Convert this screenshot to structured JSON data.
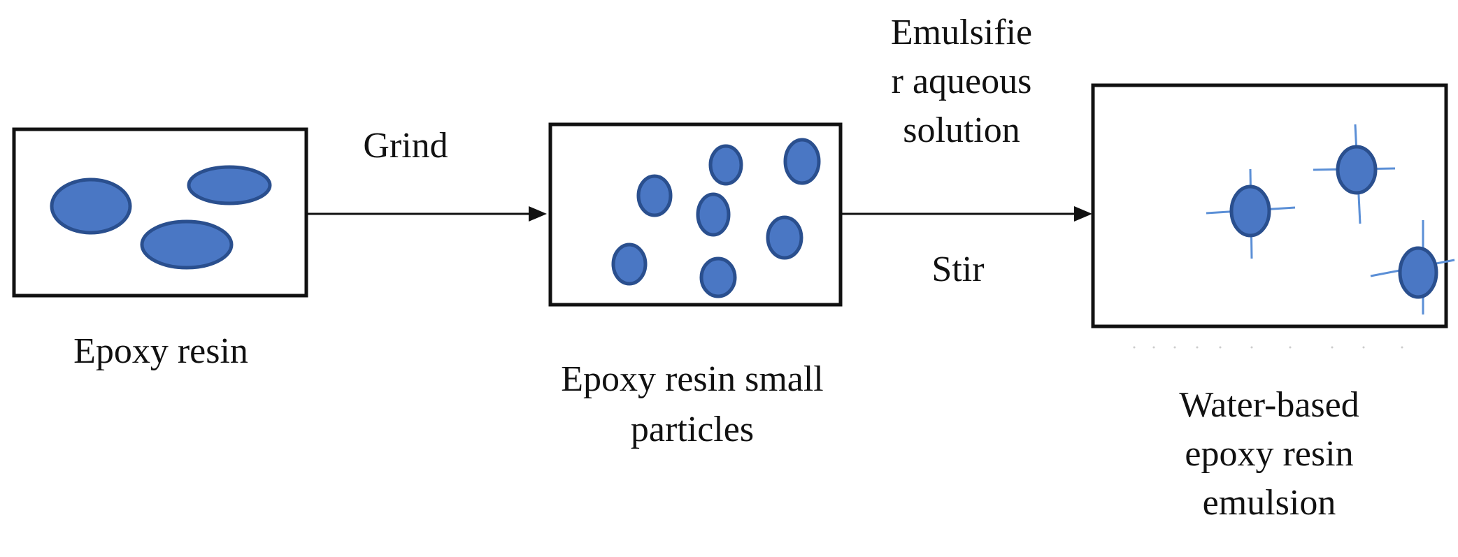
{
  "diagram": {
    "arrow1_label": "Grind",
    "arrow2_label_top": "Emulsifie\nr aqueous\nsolution",
    "arrow2_label_bottom": "Stir",
    "box1_label": "Epoxy resin",
    "box2_label": "Epoxy resin small\nparticles",
    "box3_label": "Water-based\nepoxy resin\nemulsion"
  },
  "colors": {
    "particle_fill": "#4a77c4",
    "particle_stroke": "#2a4f8e",
    "ligand": "#5b8fd6",
    "line": "#111111"
  }
}
